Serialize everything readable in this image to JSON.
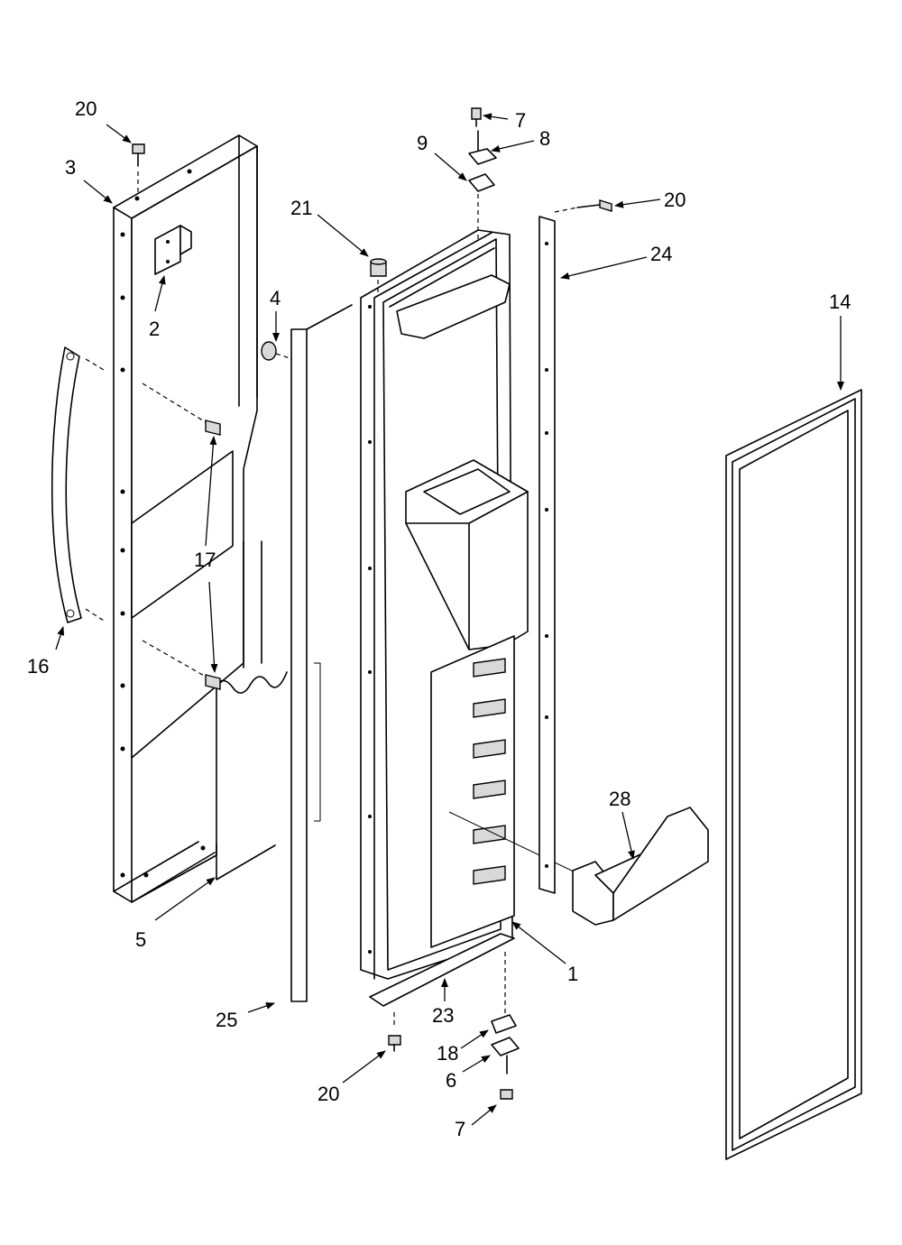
{
  "callouts": {
    "c20a": "20",
    "c3": "3",
    "c2": "2",
    "c16": "16",
    "c17": "17",
    "c5": "5",
    "c25": "25",
    "c4": "4",
    "c21": "21",
    "c9": "9",
    "c7a": "7",
    "c8": "8",
    "c20b": "20",
    "c24": "24",
    "c14": "14",
    "c28": "28",
    "c1": "1",
    "c23": "23",
    "c18": "18",
    "c6": "6",
    "c20c": "20",
    "c7b": "7"
  }
}
